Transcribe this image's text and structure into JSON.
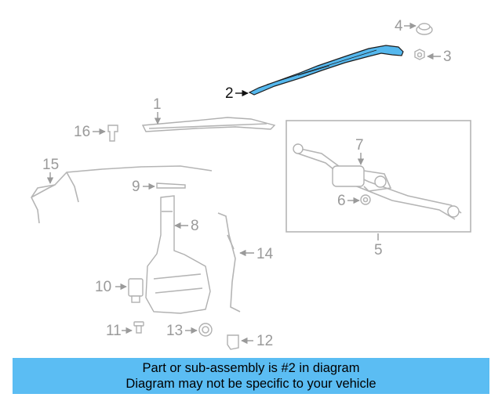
{
  "callouts": {
    "c1": "1",
    "c2": "2",
    "c3": "3",
    "c4": "4",
    "c5": "5",
    "c6": "6",
    "c7": "7",
    "c8": "8",
    "c9": "9",
    "c10": "10",
    "c11": "11",
    "c12": "12",
    "c13": "13",
    "c14": "14",
    "c15": "15",
    "c16": "16"
  },
  "highlight": {
    "part_number": "2",
    "color": "#55b8ee"
  },
  "banner": {
    "line1": "Part or sub-assembly is #2 in diagram",
    "line2": "Diagram may not be specific to your vehicle",
    "color": "#5bbdf3"
  }
}
